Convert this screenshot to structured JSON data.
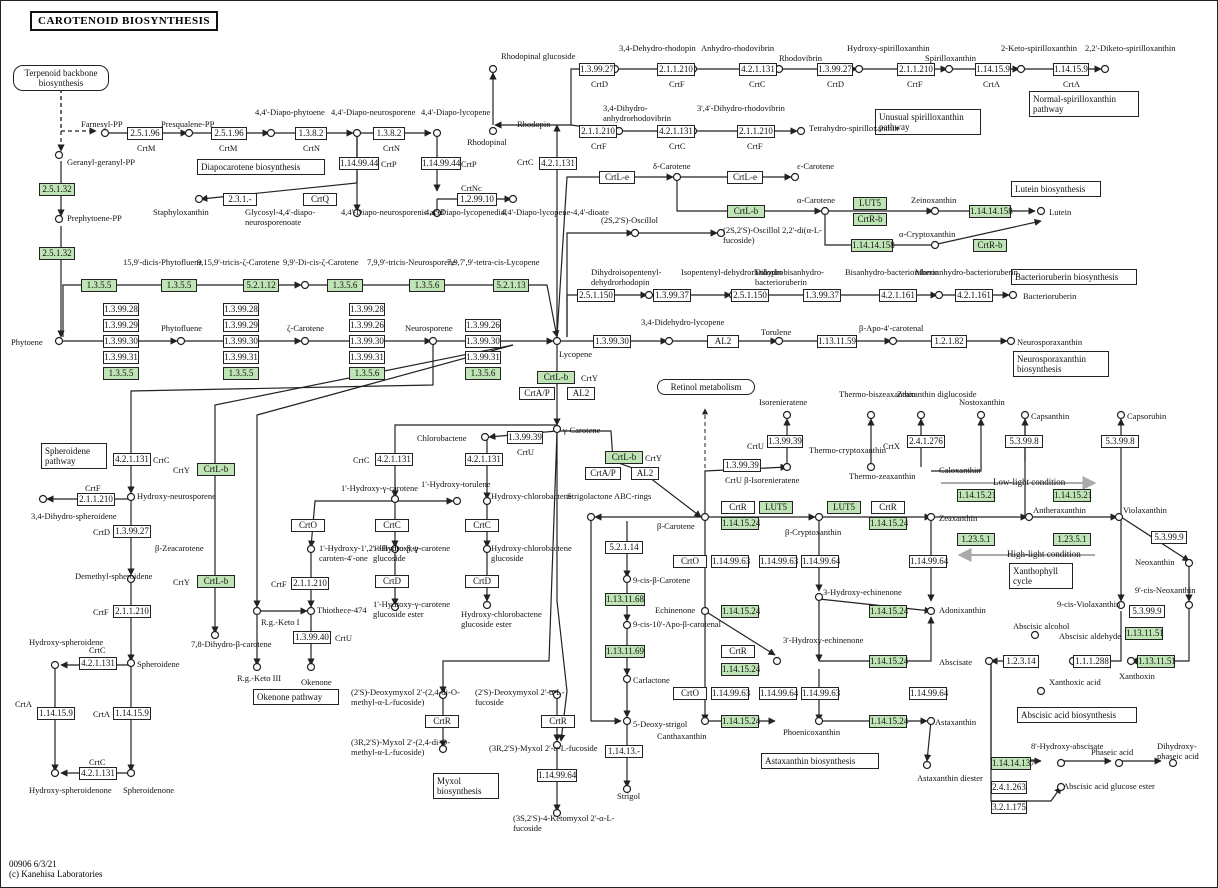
{
  "title": "CAROTENOID BIOSYNTHESIS",
  "footer": {
    "id": "00906 6/3/21",
    "copy": "(c) Kanehisa Laboratories"
  },
  "pathway_boxes": {
    "terpenoid": "Terpenoid backbone biosynthesis",
    "diapocarotene": "Diapocarotene biosynthesis",
    "unusual": "Unusual spirilloxanthin pathway",
    "normal": "Normal-spirilloxanthin pathway",
    "lutein": "Lutein biosynthesis",
    "bacterioruberin": "Bacterioruberin biosynthesis",
    "neurosporaxanthin": "Neurosporaxanthin biosynthesis",
    "retinol": "Retinol metabolism",
    "spheroidene": "Spheroidene pathway",
    "okenone": "Okenone pathway",
    "myxol": "Myxol biosynthesis",
    "astaxanthin": "Astaxanthin biosynthesis",
    "xanthophyll": "Xanthophyll cycle",
    "abscisic": "Abscisic acid biosynthesis"
  },
  "compounds": [
    "Farnesyl-PP",
    "Presqualene-PP",
    "4,4'-Diapo-phytoene",
    "4,4'-Diapo-neurosporene",
    "4,4'-Diapo-lycopene",
    "Geranyl-geranyl-PP",
    "Prephytoene-PP",
    "Staphyloxanthin",
    "Glycosyl-4,4'-diapo-neurosporenoate",
    "4,4'-Diapo-neurosporenic acid",
    "4,4'-Diapo-lycopenedial",
    "4,4'-Diapo-lycopene-4,4'-dioate",
    "15,9'-dicis-Phytofluene",
    "9,15,9'-tricis-ζ-Carotene",
    "9,9'-Di-cis-ζ-Carotene",
    "7,9,9'-tricis-Neurosporene",
    "7,9,7',9'-tetra-cis-Lycopene",
    "Phytoene",
    "Phytofluene",
    "ζ-Carotene",
    "Neurosporene",
    "Lycopene",
    "Rhodopinal glucoside",
    "Rhodopinal",
    "Rhodopin",
    "3,4-Dehydro-rhodopin",
    "Anhydro-rhodovibrin",
    "Rhodovibrin",
    "Hydroxy-spirilloxanthin",
    "Spirilloxanthin",
    "2-Keto-spirilloxanthin",
    "2,2'-Diketo-spirilloxanthin",
    "3,4-Dihydro-anhydrorhodovibrin",
    "3',4'-Dihydro-rhodovibrin",
    "Tetrahydro-spirilloxanthin",
    "δ-Carotene",
    "ε-Carotene",
    "α-Carotene",
    "Zeinoxanthin",
    "Lutein",
    "α-Cryptoxanthin",
    "(2S,2'S)-Oscillol",
    "(2S,2'S)-Oscillol 2,2'-di(α-L-fucoside)",
    "Dihydroisopentenyl-dehydrorhodopin",
    "Isopentenyl-dehydrorhodopin",
    "Dihydrobisanhydro-bacterioruberin",
    "Bisanhydro-bacterioruberin",
    "Monoanhydro-bacterioruberin",
    "Bacterioruberin",
    "3,4-Didehydro-lycopene",
    "Torulene",
    "β-Apo-4'-carotenal",
    "Neurosporaxanthin",
    "γ-Carotene",
    "Chlorobactene",
    "β-Carotene",
    "Isorenieratene",
    "Thermo-biszeaxanthin",
    "Zeaxanthin diglucoside",
    "Nostoxanthin",
    "Capsanthin",
    "Capsorubin",
    "Thermo-cryptoxanthin",
    "Thermo-zeaxanthin",
    "Caloxanthin",
    "Zeaxanthin",
    "Antheraxanthin",
    "Violaxanthin",
    "Neoxanthin",
    "9'-cis-Neoxanthin",
    "9-cis-Violaxanthin",
    "Xanthoxin",
    "Abscisic aldehyde",
    "Abscisic alcohol",
    "Abscisate",
    "Xanthoxic acid",
    "8'-Hydroxy-abscisate",
    "Phaseic acid",
    "Dihydroxy-phaseic acid",
    "Abscisic acid glucose ester",
    "β-Cryptoxanthin",
    "3-Hydroxy-echinenone",
    "Adonixanthin",
    "Echinenone",
    "3'-Hydroxy-echinenone",
    "Canthaxanthin",
    "Phoenicoxanthin",
    "Astaxanthin",
    "Astaxanthin diester",
    "Strigolactone ABC-rings",
    "9-cis-β-Carotene",
    "9-cis-10'-Apo-β-carotenal",
    "Carlactone",
    "5-Deoxy-strigol",
    "Strigol",
    "Hydroxy-neurosporene",
    "3,4-Dihydro-spheroidene",
    "β-Zeacarotene",
    "7,8-Dihydro-β-carotene",
    "Demethyl-spheroidene",
    "Spheroidene",
    "Hydroxy-spheroidene",
    "Spheroidenone",
    "Hydroxy-spheroidenone",
    "1'-Hydroxy-γ-carotene",
    "1'-Hydroxy-torulene",
    "Hydroxy-chlorobactene",
    "Hydroxy-chlorobactene glucoside",
    "Hydroxy-chlorobactene glucoside ester",
    "1'-Hydroxy-1',2'-dihydro-β,ψ-caroten-4'-one",
    "1'-Hydroxy-γ-carotene glucoside",
    "1'-Hydroxy-γ-carotene glucoside ester",
    "Thiothece-474",
    "Okenone",
    "R.g.-Keto I",
    "R.g.-Keto III",
    "(2'S)-Deoxymyxol 2'-(2,4-di-O-methyl-α-L-fucoside)",
    "(2'S)-Deoxymyxol 2'-α-L-fucoside",
    "(3R,2'S)-Myxol 2'-(2,4-di-O-methyl-α-L-fucoside)",
    "(3R,2'S)-Myxol 2'-α-L-fucoside",
    "(3S,2'S)-4-Ketomyxol 2'-α-L-fucoside"
  ],
  "legend": {
    "low": "Low-light condition",
    "high": "High-light condition"
  },
  "colors": {
    "enzyme_present": "#bfe4b5",
    "line": "#222222",
    "grey_arrow": "#aaaaaa"
  }
}
